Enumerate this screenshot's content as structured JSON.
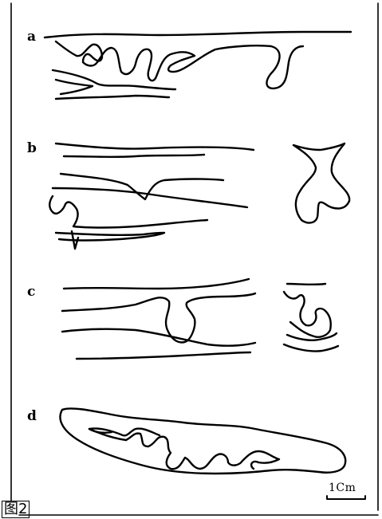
{
  "figure": {
    "caption": "图2",
    "panels": [
      {
        "label": "a"
      },
      {
        "label": "b"
      },
      {
        "label": "c"
      },
      {
        "label": "d"
      }
    ],
    "scale_bar": {
      "label": "1Cm"
    }
  }
}
